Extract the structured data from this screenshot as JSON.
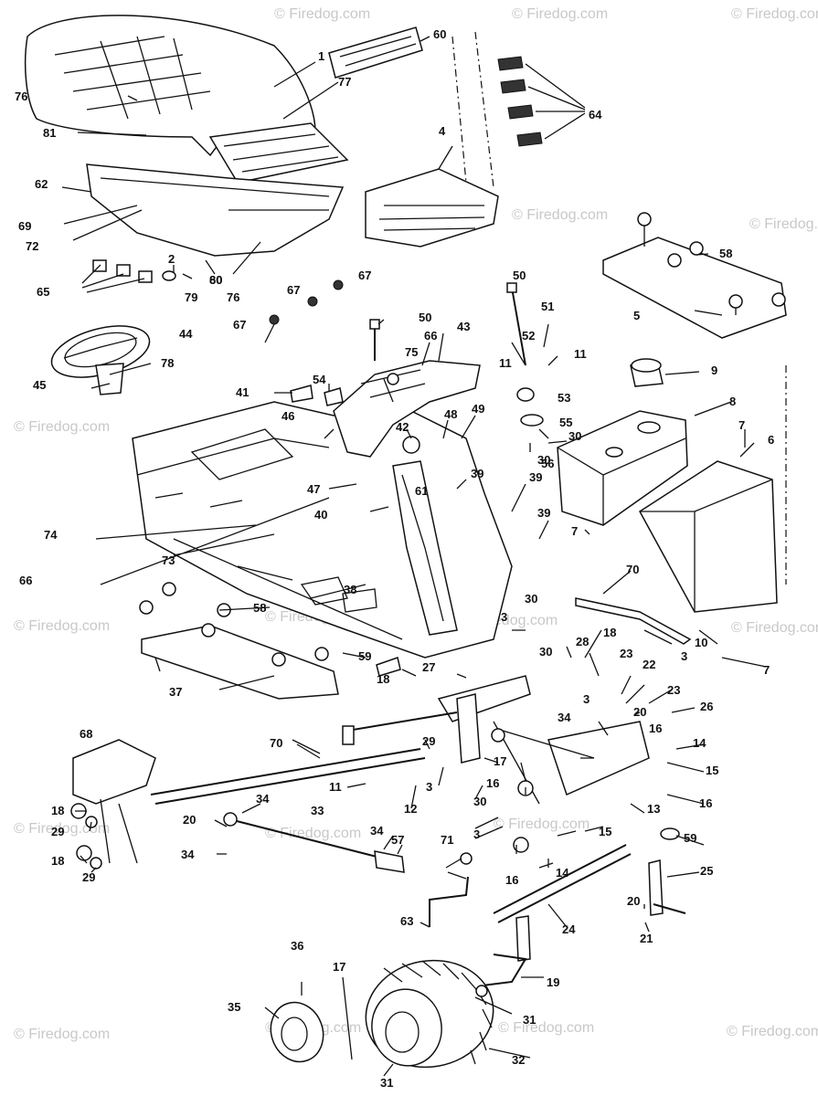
{
  "watermarks": [
    "© Firedog.com"
  ],
  "part_labels": [
    "1",
    "2",
    "3",
    "4",
    "5",
    "6",
    "7",
    "8",
    "9",
    "10",
    "11",
    "12",
    "13",
    "14",
    "15",
    "16",
    "17",
    "18",
    "19",
    "20",
    "21",
    "22",
    "23",
    "24",
    "25",
    "26",
    "27",
    "28",
    "29",
    "30",
    "31",
    "32",
    "33",
    "34",
    "35",
    "36",
    "37",
    "38",
    "39",
    "40",
    "41",
    "42",
    "43",
    "44",
    "45",
    "46",
    "47",
    "48",
    "49",
    "50",
    "51",
    "52",
    "53",
    "54",
    "55",
    "56",
    "57",
    "58",
    "59",
    "60",
    "61",
    "62",
    "63",
    "64",
    "65",
    "66",
    "67",
    "68",
    "69",
    "70",
    "71",
    "72",
    "73",
    "74",
    "75",
    "76",
    "77",
    "78",
    "79",
    "80",
    "81"
  ],
  "colors": {
    "ink": "#111111",
    "paper": "#ffffff",
    "watermark": "#c8c8c8"
  }
}
